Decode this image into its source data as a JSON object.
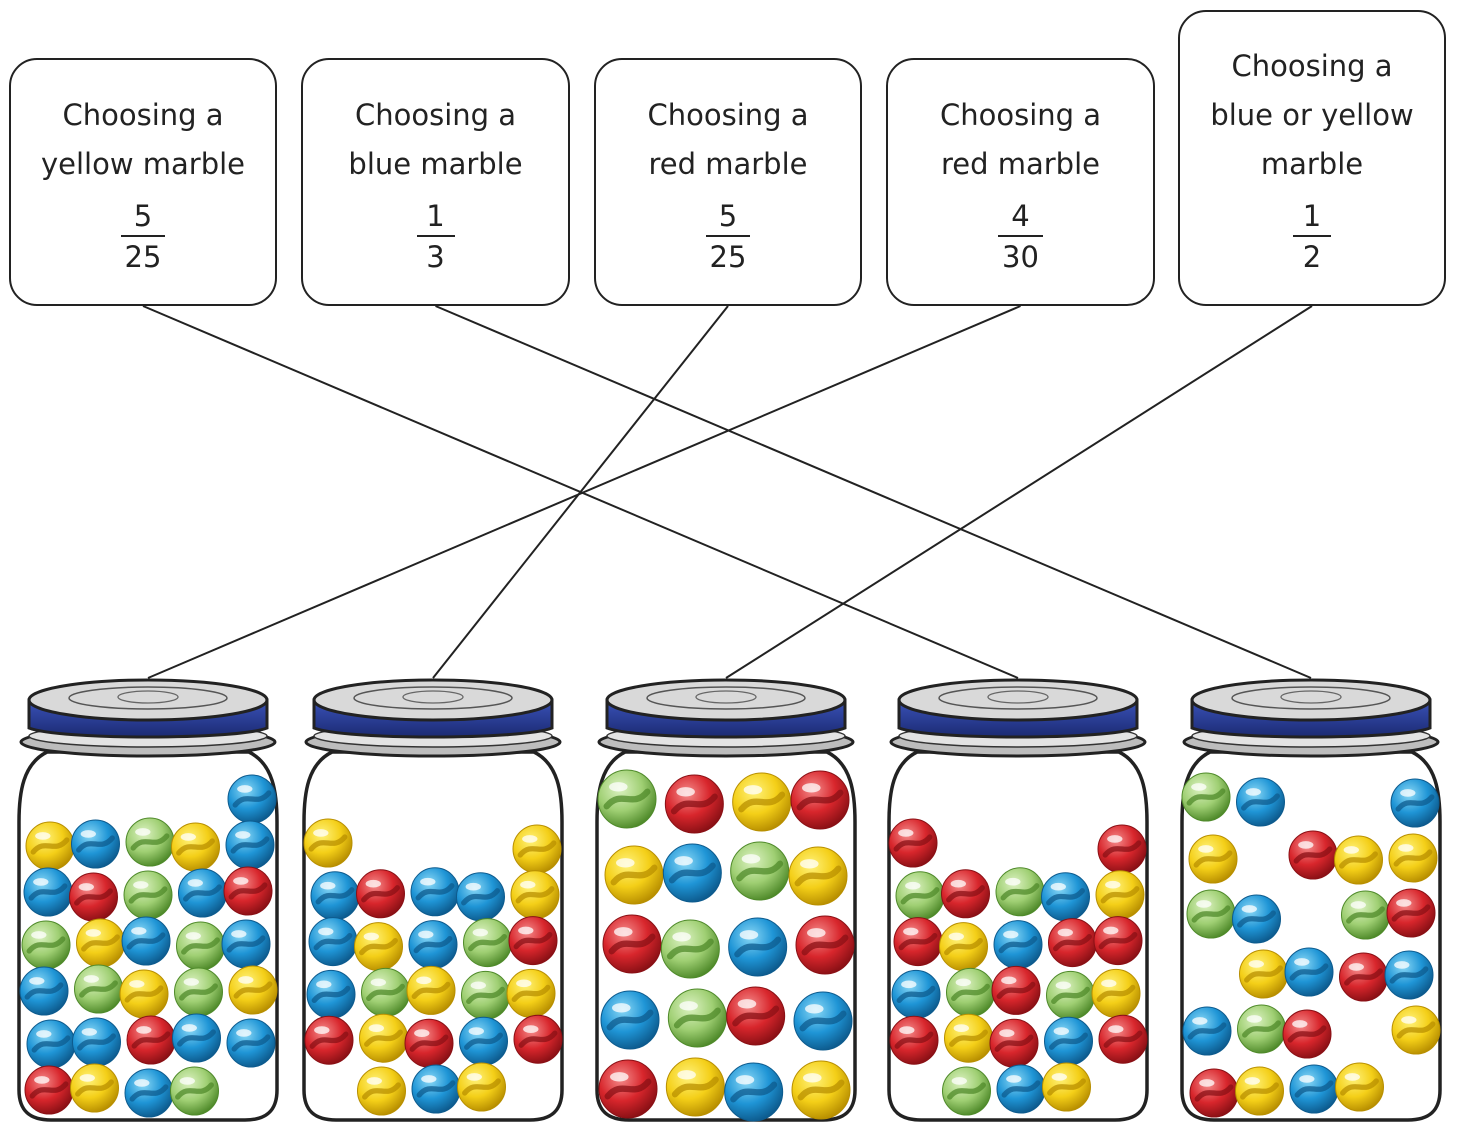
{
  "cards": [
    {
      "label": "Choosing a\nyellow marble",
      "numerator": "5",
      "denominator": "25"
    },
    {
      "label": "Choosing a\nblue marble",
      "numerator": "1",
      "denominator": "3"
    },
    {
      "label": "Choosing a\nred marble",
      "numerator": "5",
      "denominator": "25"
    },
    {
      "label": "Choosing a\nred marble",
      "numerator": "4",
      "denominator": "30"
    },
    {
      "label": "Choosing a\nblue or yellow\nmarble",
      "numerator": "1",
      "denominator": "2"
    }
  ],
  "connections": [
    {
      "card": 0,
      "jar": 3
    },
    {
      "card": 1,
      "jar": 4
    },
    {
      "card": 2,
      "jar": 1
    },
    {
      "card": 3,
      "jar": 0
    },
    {
      "card": 4,
      "jar": 2
    }
  ],
  "jars": [
    {
      "marbles": [
        "",
        "",
        "",
        "",
        "B",
        "Y",
        "B",
        "G",
        "Y",
        "B",
        "B",
        "R",
        "G",
        "B",
        "R",
        "G",
        "Y",
        "B",
        "G",
        "B",
        "B",
        "G",
        "Y",
        "G",
        "Y",
        "B",
        "B",
        "R",
        "B",
        "B",
        "R",
        "Y",
        "B",
        "G",
        ""
      ]
    },
    {
      "marbles": [
        "Y",
        "",
        "",
        "",
        "Y",
        "B",
        "R",
        "B",
        "B",
        "Y",
        "B",
        "Y",
        "B",
        "G",
        "R",
        "B",
        "G",
        "Y",
        "G",
        "Y",
        "R",
        "Y",
        "R",
        "B",
        "R",
        "",
        "Y",
        "B",
        "Y",
        ""
      ]
    },
    {
      "marbles": [
        "G",
        "R",
        "Y",
        "R",
        "Y",
        "B",
        "G",
        "Y",
        "R",
        "G",
        "B",
        "R",
        "B",
        "G",
        "R",
        "B",
        "R",
        "Y",
        "B",
        "Y"
      ]
    },
    {
      "marbles": [
        "R",
        "",
        "",
        "",
        "R",
        "G",
        "R",
        "G",
        "B",
        "Y",
        "R",
        "Y",
        "B",
        "R",
        "R",
        "B",
        "G",
        "R",
        "G",
        "Y",
        "R",
        "Y",
        "R",
        "B",
        "R",
        "",
        "G",
        "B",
        "Y",
        ""
      ]
    },
    {
      "marbles": [
        "G",
        "B",
        "",
        "",
        "B",
        "Y",
        "",
        "R",
        "Y",
        "Y",
        "G",
        "B",
        "",
        "G",
        "R",
        "",
        "Y",
        "B",
        "R",
        "B",
        "B",
        "G",
        "R",
        "",
        "Y",
        "R",
        "Y",
        "B",
        "Y",
        ""
      ]
    }
  ],
  "colors": {
    "R": [
      "#f48b8b",
      "#d8262c",
      "#8a1015"
    ],
    "B": [
      "#8ad8f6",
      "#1f95d6",
      "#0d5b8e"
    ],
    "Y": [
      "#fff27a",
      "#f4cf18",
      "#b88f00"
    ],
    "G": [
      "#dcf2c2",
      "#9fcf73",
      "#4f8a2a"
    ],
    "lid": "#2b3f9b",
    "lid_dark": "#1b2a72",
    "rim": "#bdbdbd"
  }
}
